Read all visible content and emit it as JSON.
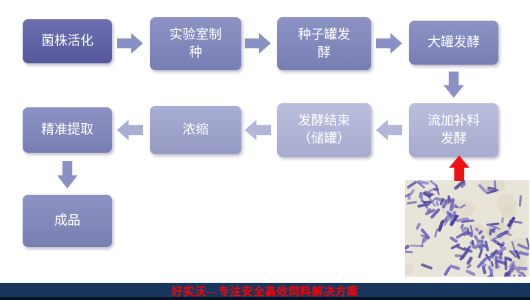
{
  "flow": {
    "nodes": [
      {
        "id": "strain-activation",
        "label": "菌株活化"
      },
      {
        "id": "lab-seed",
        "label": "实验室制\n种"
      },
      {
        "id": "seed-tank",
        "label": "种子罐发\n酵"
      },
      {
        "id": "main-tank",
        "label": "大罐发酵"
      },
      {
        "id": "fed-batch",
        "label": "流加补料\n发酵"
      },
      {
        "id": "ferment-end",
        "label": "发酵结束\n（储罐）"
      },
      {
        "id": "concentrate",
        "label": "浓缩"
      },
      {
        "id": "extract",
        "label": "精准提取"
      },
      {
        "id": "product",
        "label": "成品"
      }
    ]
  },
  "footer": {
    "slogan": "好实沃—专注安全高效饲料解决方案"
  },
  "colors": {
    "node_dark": "#5B5EA6",
    "node_medium": "#7F86BD",
    "node_medium_light": "#9EA4CE",
    "node_light": "#B2B6DA",
    "arrow_medium": "#8A90C4",
    "arrow_light": "#B2B6DA",
    "arrow_red": "#EE1111",
    "footer_bar": "#17375D",
    "footer_text": "#FF0000",
    "micrograph_background": "#E9E4D8",
    "micrograph_bacteria": "#554BA8"
  }
}
